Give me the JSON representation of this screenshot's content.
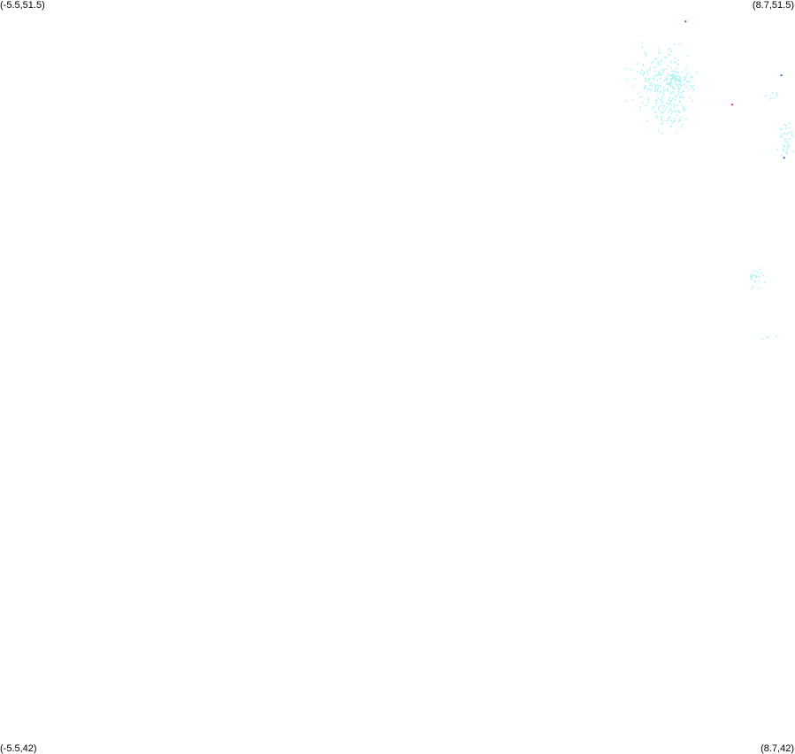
{
  "map": {
    "bounds": {
      "lon_min": -5.5,
      "lon_max": 8.7,
      "lat_min": 42,
      "lat_max": 51.5
    },
    "corner_labels": {
      "top_left": "(-5.5,51.5)",
      "top_right": "(8.7,51.5)",
      "bottom_left": "(-5.5,42)",
      "bottom_right": "(8.7,42)"
    },
    "colors": {
      "background": "#ffffff",
      "cluster_point": "#aef4f6",
      "blue_point": "#1e6fd6",
      "magenta_point": "#e8207a"
    },
    "highlight_points": [
      {
        "name": "blue-point",
        "lon": 6.76,
        "lat": 51.23,
        "color": "#1e6fd6"
      },
      {
        "name": "blue-point",
        "lon": 8.47,
        "lat": 50.55,
        "color": "#1e6fd6"
      },
      {
        "name": "blue-point",
        "lon": 8.52,
        "lat": 49.51,
        "color": "#1e6fd6"
      },
      {
        "name": "magenta-point",
        "lon": 7.59,
        "lat": 50.18,
        "color": "#e8207a"
      }
    ],
    "clusters": [
      {
        "lon": 6.35,
        "lat": 50.45,
        "spread_lon": 0.45,
        "spread_lat": 0.35,
        "count": 230
      },
      {
        "lon": 6.6,
        "lat": 50.5,
        "spread_lon": 0.22,
        "spread_lat": 0.08,
        "count": 70
      },
      {
        "lon": 6.45,
        "lat": 50.05,
        "spread_lon": 0.25,
        "spread_lat": 0.25,
        "count": 60
      },
      {
        "lon": 8.55,
        "lat": 49.75,
        "spread_lon": 0.12,
        "spread_lat": 0.18,
        "count": 45
      },
      {
        "lon": 8.3,
        "lat": 50.3,
        "spread_lon": 0.15,
        "spread_lat": 0.05,
        "count": 8
      },
      {
        "lon": 8.0,
        "lat": 48.0,
        "spread_lon": 0.12,
        "spread_lat": 0.1,
        "count": 25
      },
      {
        "lon": 8.2,
        "lat": 47.25,
        "spread_lon": 0.15,
        "spread_lat": 0.05,
        "count": 4
      }
    ]
  }
}
